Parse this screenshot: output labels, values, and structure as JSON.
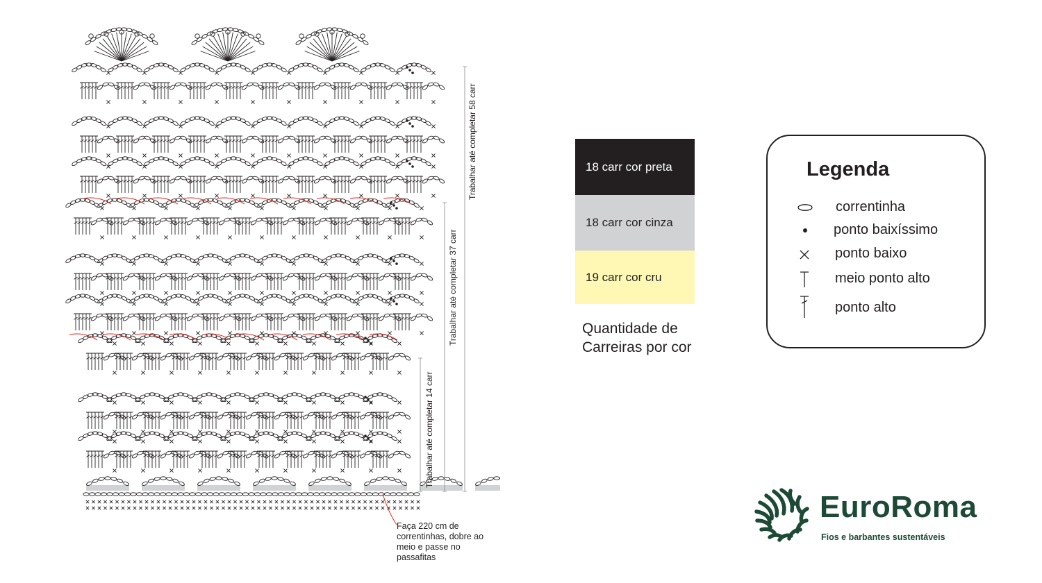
{
  "diagram": {
    "vertical_labels": [
      "Trabalhar até completar 58 carr",
      "Trabalhar até completar 37 carr",
      "Trabalhar até completar 14 carr"
    ],
    "note": "Faça 220 cm de correntinhas, dobre ao meio e passe no passafitas"
  },
  "colors": {
    "blocks": [
      {
        "label": "18 carr cor preta",
        "bg": "#231f20",
        "fg": "#ffffff"
      },
      {
        "label": "18 carr cor cinza",
        "bg": "#d1d2d4",
        "fg": "#231f20"
      },
      {
        "label": "19 carr cor cru",
        "bg": "#fef8b4",
        "fg": "#231f20"
      }
    ],
    "caption_line1": "Quantidade de",
    "caption_line2": "Carreiras por cor"
  },
  "legend": {
    "title": "Legenda",
    "items": [
      {
        "icon": "chain-icon",
        "label": "correntinha"
      },
      {
        "icon": "slip-stitch-icon",
        "label": "ponto baixíssimo"
      },
      {
        "icon": "single-crochet-icon",
        "label": "ponto baixo"
      },
      {
        "icon": "half-double-crochet-icon",
        "label": "meio ponto alto"
      },
      {
        "icon": "double-crochet-icon",
        "label": "ponto alto"
      }
    ]
  },
  "brand": {
    "name": "EuroRoma",
    "tagline": "Fios e barbantes sustentáveis",
    "color": "#1d4a36"
  },
  "accent_red": "#e2231a"
}
